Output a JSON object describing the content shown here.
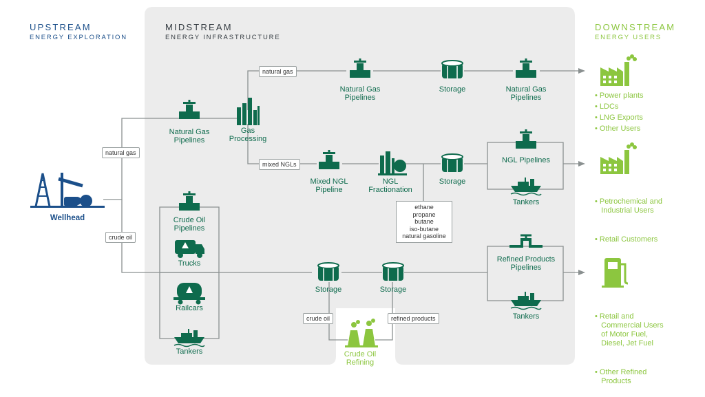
{
  "sections": {
    "upstream": {
      "title": "UPSTREAM",
      "subtitle": "ENERGY EXPLORATION"
    },
    "midstream": {
      "title": "MIDSTREAM",
      "subtitle": "ENERGY INFRASTRUCTURE"
    },
    "downstream": {
      "title": "DOWNSTREAM",
      "subtitle": "ENERGY USERS"
    }
  },
  "nodes": {
    "wellhead": "Wellhead",
    "ng_pipelines_left": "Natural Gas\nPipelines",
    "gas_processing": "Gas\nProcessing",
    "ng_pipelines_top": "Natural Gas\nPipelines",
    "storage_top": "Storage",
    "ng_pipelines_top_right": "Natural Gas\nPipelines",
    "mixed_ngl_pipeline": "Mixed NGL\nPipeline",
    "ngl_fractionation": "NGL\nFractionation",
    "storage_mid": "Storage",
    "ngl_pipelines": "NGL Pipelines",
    "tankers_ngl": "Tankers",
    "crude_oil_pipelines": "Crude Oil\nPipelines",
    "trucks": "Trucks",
    "railcars": "Railcars",
    "tankers_crude": "Tankers",
    "storage_crude_1": "Storage",
    "storage_crude_2": "Storage",
    "crude_oil_refining": "Crude Oil\nRefining",
    "refined_products_pipelines": "Refined Products\nPipelines",
    "tankers_refined": "Tankers"
  },
  "tags": {
    "natural_gas_top": "natural gas",
    "natural_gas_left": "natural gas",
    "mixed_ngls": "mixed NGLs",
    "crude_oil_left": "crude oil",
    "crude_oil_bottom": "crude oil",
    "refined_products": "refined products"
  },
  "ngl_products": [
    "ethane",
    "propane",
    "butane",
    "iso-butane",
    "natural gasoline"
  ],
  "downstream_lists": {
    "group1": [
      "• Power plants",
      "• LDCs",
      "• LNG Exports",
      "• Other Users"
    ],
    "group2": [
      "• Petrochemical and\n   Industrial Users",
      "• Retail Customers"
    ],
    "group3": [
      "• Retail and\n   Commercial Users\n   of Motor Fuel,\n   Diesel, Jet Fuel",
      "• Other Refined\n   Products"
    ]
  },
  "colors": {
    "midstream_green": "#0e6b4d",
    "upstream_blue": "#1b4f8a",
    "downstream_green": "#8cc63f",
    "panel_gray": "#ececec"
  }
}
